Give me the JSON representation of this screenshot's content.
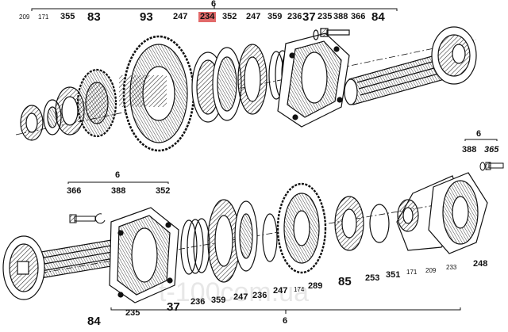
{
  "upper_assembly": {
    "group_label": "6",
    "labels": [
      "209",
      "171",
      "355",
      "83",
      "93",
      "247",
      "234",
      "352",
      "247",
      "359",
      "236",
      "37",
      "235",
      "388",
      "366",
      "84"
    ],
    "highlighted_part": "234"
  },
  "upper_right_callout": {
    "group_label": "6",
    "labels": [
      "388",
      "365"
    ]
  },
  "lower_left_callout": {
    "group_label": "6",
    "labels": [
      "366",
      "388",
      "352"
    ]
  },
  "lower_assembly": {
    "group_label": "6",
    "labels": [
      "84",
      "235",
      "37",
      "236",
      "359",
      "247",
      "236",
      "247",
      "174",
      "289",
      "85",
      "253",
      "351",
      "171",
      "209",
      "233",
      "248"
    ]
  },
  "watermark": "t-100com.ua",
  "colors": {
    "ink": "#111111",
    "highlight": "#e26a6a",
    "background": "#ffffff"
  }
}
